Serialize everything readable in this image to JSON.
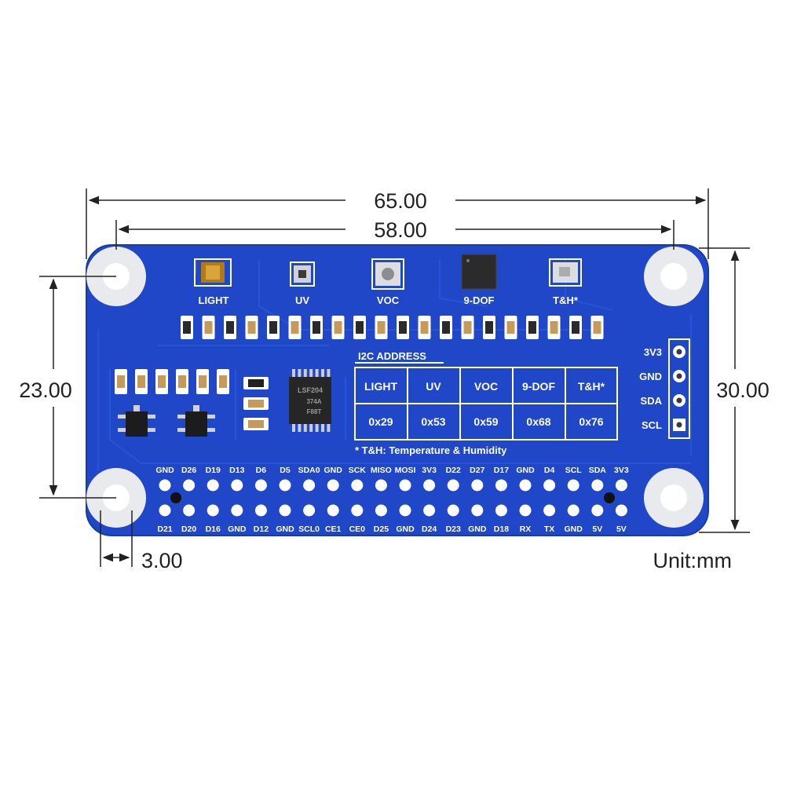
{
  "dimensions": {
    "board_width": "65.00",
    "hole_spacing_x": "58.00",
    "hole_spacing_y": "23.00",
    "board_height": "30.00",
    "hole_offset": "3.00",
    "unit": "Unit:mm"
  },
  "sensors": [
    {
      "label": "LIGHT"
    },
    {
      "label": "UV"
    },
    {
      "label": "VOC"
    },
    {
      "label": "9-DOF"
    },
    {
      "label": "T&H*"
    }
  ],
  "i2c_table": {
    "title": "I2C ADDRESS",
    "headers": [
      "LIGHT",
      "UV",
      "VOC",
      "9-DOF",
      "T&H*"
    ],
    "addresses": [
      "0x29",
      "0x53",
      "0x59",
      "0x68",
      "0x76"
    ],
    "footnote": "* T&H: Temperature & Humidity"
  },
  "side_pins": [
    "3V3",
    "GND",
    "SDA",
    "SCL"
  ],
  "chip_marking": [
    "LSF204",
    "374A",
    "F88T"
  ],
  "header_top_labels": [
    "GND",
    "D26",
    "D19",
    "D13",
    "D6",
    "D5",
    "SDA0",
    "GND",
    "SCK",
    "MISO",
    "MOSI",
    "3V3",
    "D22",
    "D27",
    "D17",
    "GND",
    "D4",
    "SCL",
    "SDA",
    "3V3"
  ],
  "header_bottom_labels": [
    "D21",
    "D20",
    "D16",
    "GND",
    "D12",
    "GND",
    "SCL0",
    "CE1",
    "CE0",
    "D25",
    "GND",
    "D24",
    "D23",
    "GND",
    "D18",
    "RX",
    "TX",
    "GND",
    "5V",
    "5V"
  ],
  "colors": {
    "board": "#1f47c7",
    "board_edge": "#1a3aa5",
    "silkscreen": "#ffffff",
    "pad": "#c9ccd2",
    "chip": "#2b2b2b",
    "dimension_line": "#222222"
  }
}
